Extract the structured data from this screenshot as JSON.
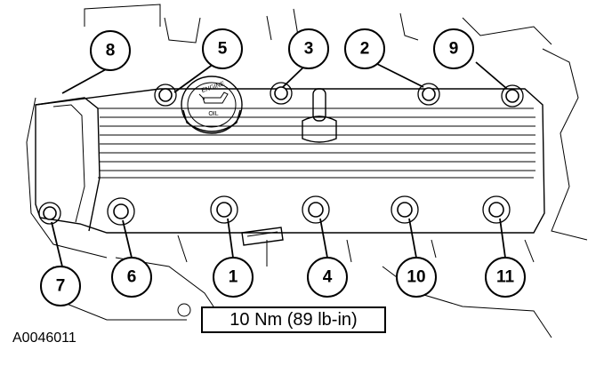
{
  "figure_id": "A0046011",
  "torque_spec": "10 Nm (89 lb-in)",
  "oil_cap": {
    "line1": "ENGINE",
    "line2": "OIL"
  },
  "callouts": [
    {
      "label": "8"
    },
    {
      "label": "5"
    },
    {
      "label": "3"
    },
    {
      "label": "2"
    },
    {
      "label": "9"
    },
    {
      "label": "7"
    },
    {
      "label": "6"
    },
    {
      "label": "1"
    },
    {
      "label": "4"
    },
    {
      "label": "10"
    },
    {
      "label": "11"
    }
  ],
  "icons": [
    "bolt-icon",
    "oil-can-icon",
    "pcv-valve-icon"
  ]
}
